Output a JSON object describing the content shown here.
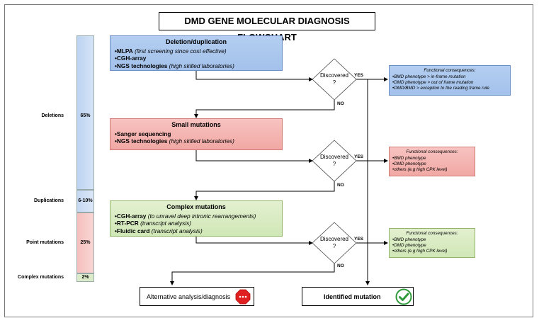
{
  "title": "DMD GENE MOLECULAR DIAGNOSIS FLOWCHART",
  "bars": [
    {
      "label": "Deletions",
      "pct": "65%",
      "color": "#bdd3f0"
    },
    {
      "label": "Duplications",
      "pct": "6-10%",
      "color": "#c9dbf2"
    },
    {
      "label": "Point mutations",
      "pct": "25%",
      "color": "#f6c5c2"
    },
    {
      "label": "Complex mutations",
      "pct": "2%",
      "color": "#dcebc9"
    }
  ],
  "steps": [
    {
      "heading": "Deletion/duplication",
      "items": [
        {
          "bold": "•MLPA",
          "ital": " (first screening since cost effective)"
        },
        {
          "bold": "•CGH-array",
          "ital": ""
        },
        {
          "bold": "•NGS technologies",
          "ital": " (high skilled laboratories)"
        }
      ]
    },
    {
      "heading": "Small mutations",
      "items": [
        {
          "bold": "•Sanger sequencing",
          "ital": ""
        },
        {
          "bold": "•NGS technologies",
          "ital": " (high skilled laboratories)"
        }
      ]
    },
    {
      "heading": "Complex mutations",
      "items": [
        {
          "bold": "•CGH-array",
          "ital": " (to unravel deep intronic rearrangements)"
        },
        {
          "bold": "•RT-PCR",
          "ital": " (transcript analysis)"
        },
        {
          "bold": "•Fluidic card",
          "ital": " (transcript analysis)"
        }
      ]
    }
  ],
  "decision": {
    "line1": "Discovered",
    "line2": "?",
    "yes": "YES",
    "no": "NO"
  },
  "consequences": [
    {
      "title": "Functional consequences:",
      "items": [
        "•BMD phenotype > in-frame mutation",
        "•DMD phenotype > out of frame mutation",
        "•DMD/BMD > exception to the reading frame rule"
      ]
    },
    {
      "title": "Functional consequences:",
      "items": [
        "•BMD phenotype",
        "•DMD phenotype",
        "•others (e.g high CPK level)"
      ]
    },
    {
      "title": "Functional consequences:",
      "items": [
        "•BMD phenotype",
        "•DMD phenotype",
        "•others (e.g high CPK level)"
      ]
    }
  ],
  "outcomes": {
    "alternative": "Alternative analysis/diagnosis",
    "identified": "Identified mutation"
  },
  "colors": {
    "stop": "#e02020",
    "check": "#2e9a3a"
  }
}
